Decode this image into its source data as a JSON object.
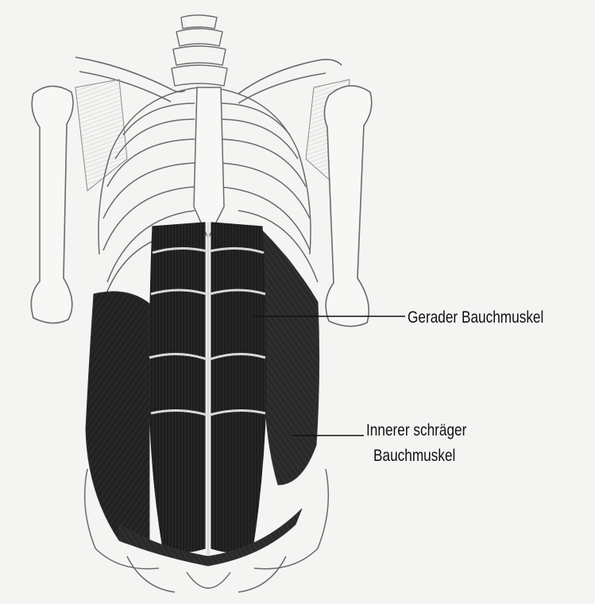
{
  "labels": {
    "rectus_abdominis": "Gerader Bauchmuskel",
    "internal_oblique_line1": "Innerer schräger",
    "internal_oblique_line2": "Bauchmuskel"
  },
  "colors": {
    "background": "#f4f4f2",
    "bone_line": "#6a6a6a",
    "muscle_dark": "#1e1e1e",
    "tendon": "#d8d8d8",
    "label_text": "#111111"
  }
}
